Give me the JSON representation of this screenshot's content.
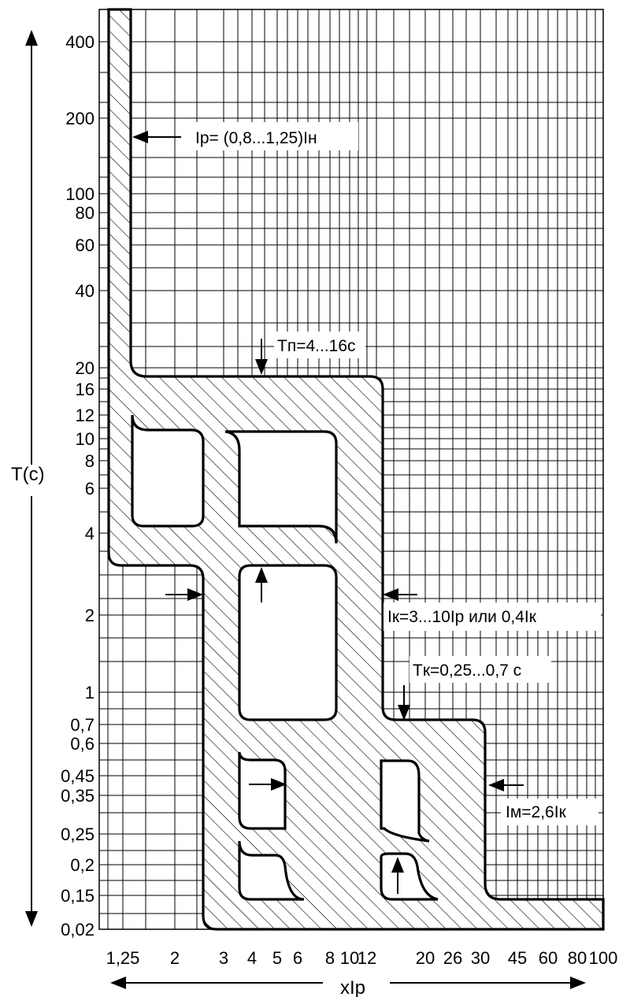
{
  "chart_data": {
    "type": "line",
    "title": "",
    "xlabel": "xIp",
    "ylabel": "T(c)",
    "x_scale": "log",
    "y_scale": "log",
    "grid": true,
    "xlim": [
      1.0,
      100
    ],
    "x_ticks": [
      "1,25",
      "2",
      "3",
      "4",
      "5",
      "6",
      "8",
      "10",
      "12",
      "20",
      "26",
      "30",
      "45",
      "60",
      "80",
      "100"
    ],
    "y_ticks": [
      "400",
      "200",
      "100",
      "80",
      "60",
      "40",
      "20",
      "16",
      "12",
      "10",
      "8",
      "6",
      "4",
      "2",
      "1",
      "0,7",
      "0,6",
      "0,45",
      "0,35",
      "0,25",
      "0,2",
      "0,15",
      "0,02"
    ],
    "annotations": [
      "Ip= (0,8...1,25)Iн",
      "Tп=4...16с",
      "Iк=3...10Ip или 0,4Iк",
      "Tк=0,25...0,7 с",
      "Iм=2,6Iк"
    ],
    "series": [
      {
        "values_description": "tripping characteristic band (outer boundary)",
        "points": [
          {
            "x": "1,0",
            "y": "500"
          },
          {
            "x": "1,25",
            "y": "500"
          },
          {
            "x": "1,25",
            "y": "20"
          },
          {
            "x": "12",
            "y": "20"
          },
          {
            "x": "12",
            "y": "0,7"
          },
          {
            "x": "30",
            "y": "0,7"
          },
          {
            "x": "30",
            "y": "0,15"
          },
          {
            "x": "100",
            "y": "0,15"
          },
          {
            "x": "100",
            "y": "0,02"
          },
          {
            "x": "2,5",
            "y": "0,02"
          },
          {
            "x": "2,5",
            "y": "3"
          },
          {
            "x": "1,0",
            "y": "3"
          }
        ]
      }
    ]
  }
}
